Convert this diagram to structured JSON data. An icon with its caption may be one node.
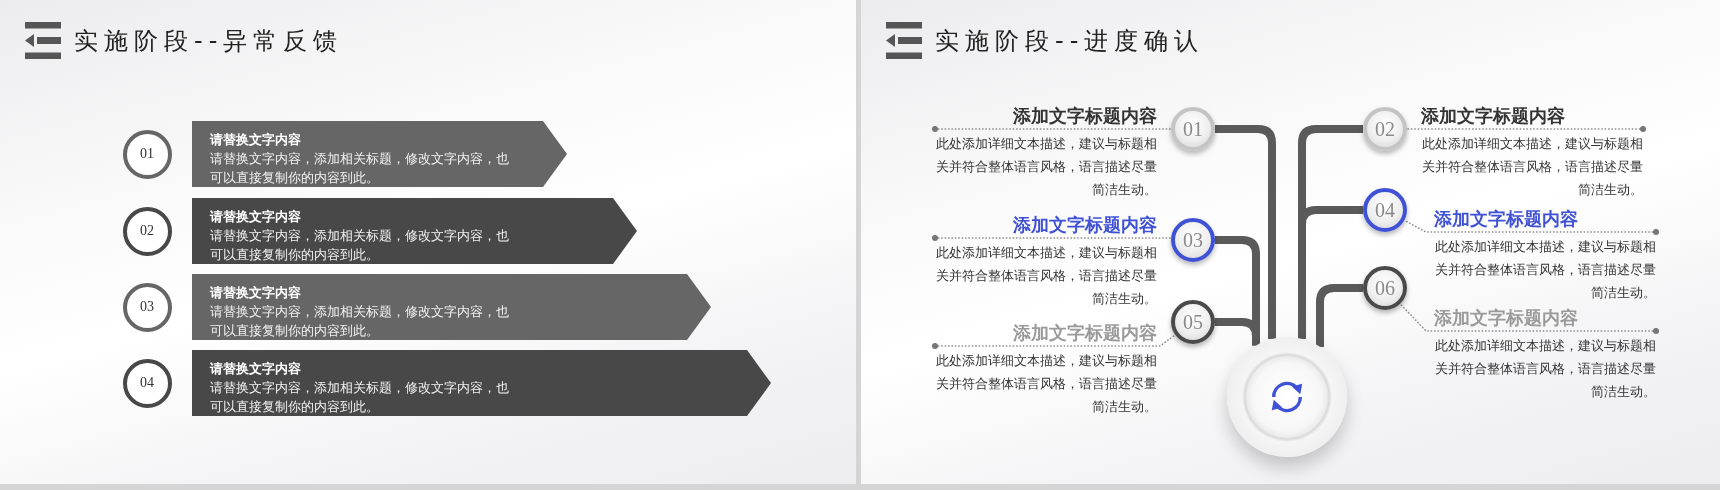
{
  "diagram": {
    "nodes": [
      {
        "text": [
          "01"
        ]
      },
      {
        "text": [
          "请替换文字内容",
          "请替换文字内容，添加相关标题，修改文字内容，也可以直接复制你的内容到此。"
        ]
      },
      {
        "text": [
          "02"
        ]
      },
      {
        "text": [
          "请替换文字内容",
          "请替换文字内容，添加相关标题，修改文字内容，也可以直接复制你的内容到此。"
        ]
      },
      {
        "text": [
          "03"
        ]
      },
      {
        "text": [
          "请替换文字内容",
          "请替换文字内容，添加相关标题，修改文字内容，也可以直接复制你的内容到此。"
        ]
      },
      {
        "text": [
          "04"
        ]
      },
      {
        "text": [
          "请替换文字内容",
          "请替换文字内容，添加相关标题，修改文字内容，也可以直接复制你的内容到此。"
        ]
      },
      {
        "text": [
          "添加文字标题内容",
          "此处添加详细文本描述，建议与标题相关并符合整体语言风格，语言描述尽量简洁生动。"
        ]
      },
      {
        "text": [
          "01"
        ]
      },
      {
        "text": [
          "02"
        ]
      },
      {
        "text": [
          "添加文字标题内容",
          "此处添加详细文本描述，建议与标题相关并符合整体语言风格，语言描述尽量简洁生动。"
        ]
      },
      {
        "text": [
          "添加文字标题内容",
          "此处添加详细文本描述，建议与标题相关并符合整体语言风格，语言描述尽量简洁生动。"
        ]
      },
      {
        "text": [
          "03"
        ]
      },
      {
        "text": [
          "04"
        ]
      },
      {
        "text": [
          "添加文字标题内容",
          "此处添加详细文本描述，建议与标题相关并符合整体语言风格，语言描述尽量简洁生动。"
        ]
      },
      {
        "text": [
          "添加文字标题内容",
          "此处添加详细文本描述，建议与标题相关并符合整体语言风格，语言描述尽量简洁生动。"
        ]
      },
      {
        "text": [
          "05"
        ]
      },
      {
        "text": [
          "06"
        ]
      },
      {
        "text": [
          "添加文字标题内容",
          "此处添加详细文本描述，建议与标题相关并符合整体语言风格，语言描述尽量简洁生动。"
        ]
      },
      {
        "text": [],
        "shape": "circle"
      }
    ],
    "edges": [
      {
        "from": 8,
        "to": 9,
        "arrow": "other",
        "style": "dashed"
      },
      {
        "from": 9,
        "to": 20,
        "arrow": "none",
        "style": "thick"
      },
      {
        "from": 11,
        "to": 10,
        "arrow": "other",
        "style": "dashed"
      },
      {
        "from": 10,
        "to": 20,
        "arrow": "none",
        "style": "thick"
      },
      {
        "from": 12,
        "to": 13,
        "arrow": "other",
        "style": "dashed"
      },
      {
        "from": 13,
        "to": 20,
        "arrow": "none",
        "style": "thick"
      },
      {
        "from": 14,
        "to": 20,
        "arrow": "none",
        "style": "thick"
      },
      {
        "from": 15,
        "to": 14,
        "arrow": "other",
        "style": "dashed"
      },
      {
        "from": 16,
        "to": 17,
        "arrow": "other",
        "style": "dashed"
      },
      {
        "from": 17,
        "to": 20,
        "arrow": "none",
        "style": "thick"
      },
      {
        "from": 18,
        "to": 20,
        "arrow": "none",
        "style": "thick"
      },
      {
        "from": 19,
        "to": 18,
        "arrow": "other",
        "style": "dashed"
      }
    ],
    "labels": [
      "实施阶段--异常反馈",
      "实施阶段--进度确认"
    ]
  }
}
